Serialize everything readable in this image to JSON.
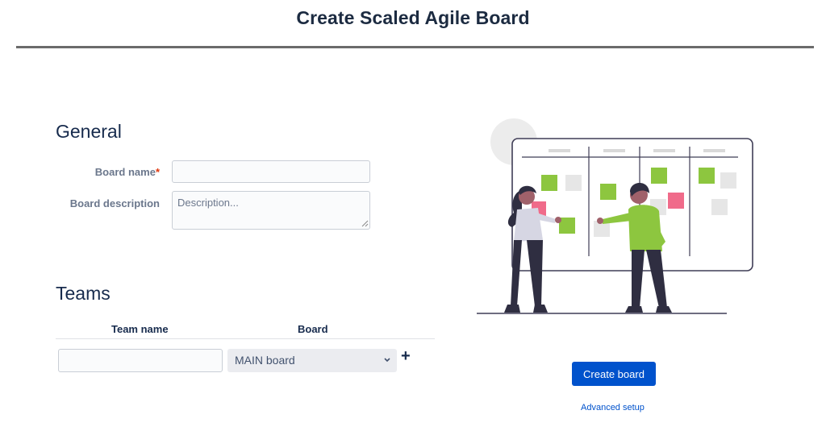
{
  "header": {
    "title": "Create Scaled Agile Board"
  },
  "general": {
    "title": "General",
    "board_name_label": "Board name",
    "required_mark": "*",
    "board_name_value": "",
    "board_description_label": "Board description",
    "board_description_placeholder": "Description..."
  },
  "teams": {
    "title": "Teams",
    "columns": [
      "Team name",
      "Board"
    ],
    "rows": [
      {
        "team_name": "",
        "board": "MAIN board"
      }
    ],
    "add_label": "+"
  },
  "actions": {
    "create_label": "Create board",
    "advanced_label": "Advanced setup"
  },
  "colors": {
    "primary": "#0052cc",
    "sticky_green": "#8dc63f",
    "sticky_pink": "#f06b8a",
    "sticky_gray": "#e6e6e6",
    "text_dark": "#172b4d"
  },
  "icons": {
    "select_caret": "chevron-down-icon",
    "add": "plus-icon",
    "illustration": "kanban-team-illustration"
  }
}
